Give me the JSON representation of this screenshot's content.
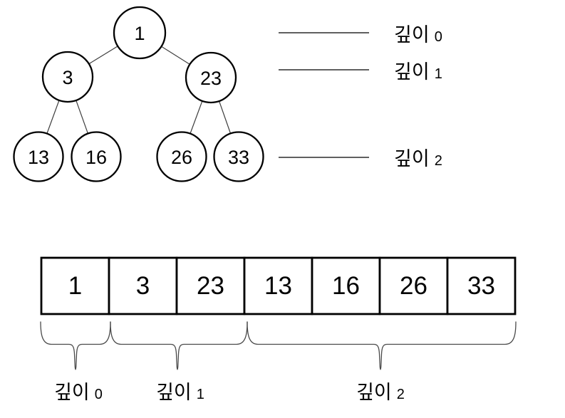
{
  "diagram_type": "binary-tree-depth-to-array-mapping",
  "tree": {
    "nodes": [
      {
        "value": "1",
        "depth": 0
      },
      {
        "value": "3",
        "depth": 1
      },
      {
        "value": "23",
        "depth": 1
      },
      {
        "value": "13",
        "depth": 2
      },
      {
        "value": "16",
        "depth": 2
      },
      {
        "value": "26",
        "depth": 2
      },
      {
        "value": "33",
        "depth": 2
      }
    ],
    "edges": [
      [
        0,
        1
      ],
      [
        0,
        2
      ],
      [
        1,
        3
      ],
      [
        1,
        4
      ],
      [
        2,
        5
      ],
      [
        2,
        6
      ]
    ],
    "depth_labels": [
      {
        "word": "깊이",
        "num": "0"
      },
      {
        "word": "깊이",
        "num": "1"
      },
      {
        "word": "깊이",
        "num": "2"
      }
    ]
  },
  "array": {
    "cells": [
      "1",
      "3",
      "23",
      "13",
      "16",
      "26",
      "33"
    ],
    "groups": [
      {
        "word": "깊이",
        "num": "0",
        "cell_indices": [
          0
        ]
      },
      {
        "word": "깊이",
        "num": "1",
        "cell_indices": [
          1,
          2
        ]
      },
      {
        "word": "깊이",
        "num": "2",
        "cell_indices": [
          3,
          4,
          5,
          6
        ]
      }
    ]
  },
  "colors": {
    "background": "#ffffff",
    "line": "#000000",
    "brace": "#4a4a4a"
  }
}
